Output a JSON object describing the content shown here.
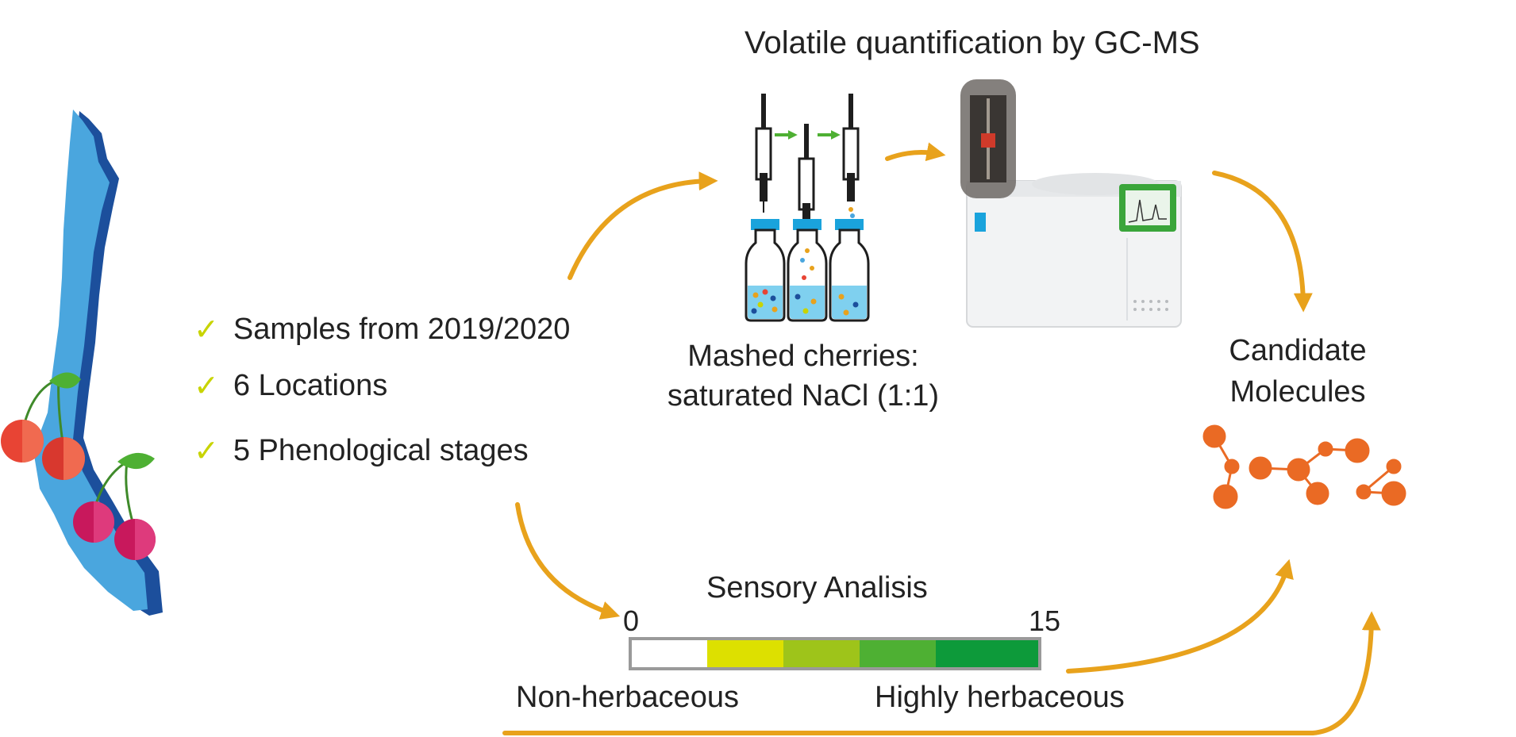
{
  "title": "Volatile quantification by GC-MS",
  "bullets": [
    {
      "label": "Samples from 2019/2020"
    },
    {
      "label": "6 Locations"
    },
    {
      "label": "5 Phenological stages"
    }
  ],
  "sample_prep": {
    "line1": "Mashed cherries:",
    "line2": "saturated NaCl (1:1)"
  },
  "candidate": {
    "line1": "Candidate",
    "line2": "Molecules"
  },
  "sensory": {
    "title": "Sensory Analisis",
    "scale_min": "0",
    "scale_max": "15",
    "left_label": "Non-herbaceous",
    "right_label": "Highly herbaceous",
    "segment_colors": [
      "#ffffff",
      "#dde000",
      "#9ec41a",
      "#4eb033",
      "#0d9a3a"
    ]
  },
  "colors": {
    "arrow": "#e8a21c",
    "chile_light": "#4aa6de",
    "chile_dark": "#1c4f9c",
    "molecule": "#ea6a24",
    "check": "#c8d400",
    "vial_cap": "#1aa3dc",
    "liquid": "#7fd0ef"
  },
  "icons": [
    "check-icon",
    "chile-map-icon",
    "cherry-icon",
    "syringe-icon",
    "vial-icon",
    "gc-ms-instrument-icon",
    "molecule-icon",
    "arrow-icon"
  ]
}
